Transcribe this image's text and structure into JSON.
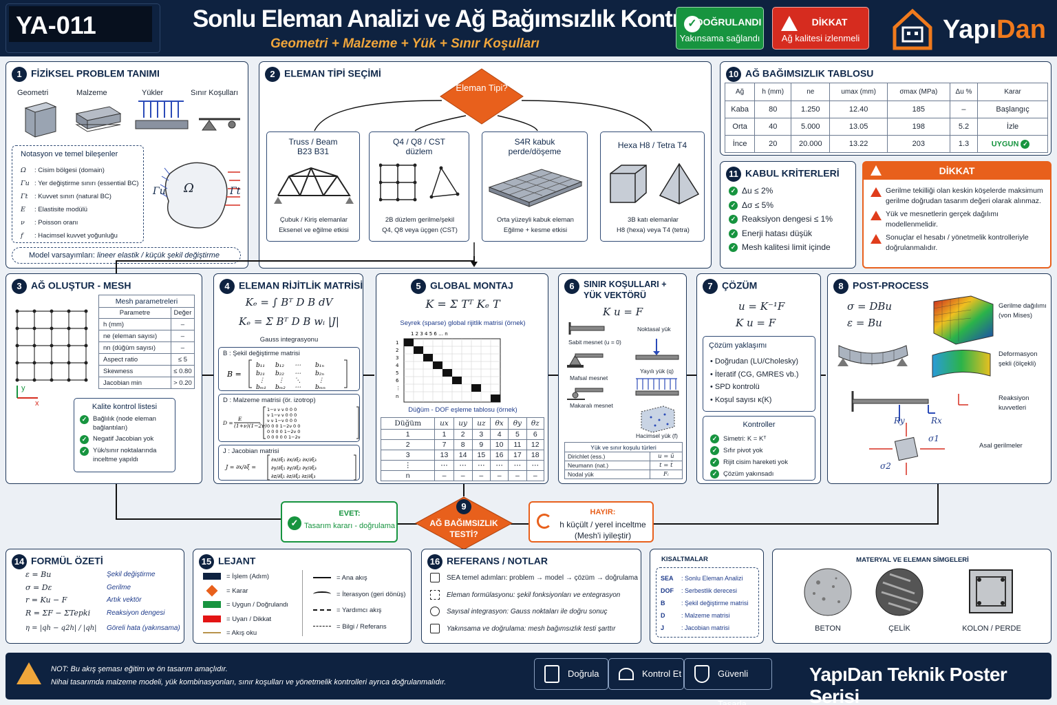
{
  "header": {
    "doc_id": "YA-011",
    "title": "Sonlu Eleman Analizi ve Ağ Bağımsızlık Kontrolü",
    "subtitle": "Geometri + Malzeme + Yük + Sınır Koşulları",
    "badge_ok_title": "DOĞRULANDI",
    "badge_ok_sub": "Yakınsama sağlandı",
    "badge_warn_title": "DİKKAT",
    "badge_warn_sub": "Ağ kalitesi izlenmeli",
    "logo_a": "Yapı",
    "logo_b": "Dan",
    "colors": {
      "navy": "#0e2240",
      "green": "#17943f",
      "red": "#d62c1f",
      "orange": "#f07a1d"
    }
  },
  "p1": {
    "title": "FİZİKSEL PROBLEM TANIMI",
    "cols": [
      "Geometri",
      "Malzeme",
      "Yükler",
      "Sınır Koşulları"
    ],
    "notation_title": "Notasyon ve temel bileşenler",
    "notation": [
      {
        "sym": "Ω",
        "desc": ": Cisim bölgesi (domain)"
      },
      {
        "sym": "Γu",
        "desc": ": Yer değiştirme sınırı (essential BC)"
      },
      {
        "sym": "Γt",
        "desc": ": Kuvvet sınırı (natural BC)"
      },
      {
        "sym": "E",
        "desc": ": Elastisite modülü"
      },
      {
        "sym": "ν",
        "desc": ": Poisson oranı"
      },
      {
        "sym": "f",
        "desc": ": Hacimsel kuvvet yoğunluğu"
      }
    ],
    "omega": "Ω",
    "gamma_u": "Γu",
    "gamma_t": "Γt",
    "assumption_label": "Model varsayımları:",
    "assumption": "lineer elastik / küçük şekil değiştirme"
  },
  "p2": {
    "title": "ELEMAN TİPİ SEÇİMİ",
    "decision": "Eleman Tipi?",
    "types": [
      {
        "name": "Truss / Beam",
        "sub": "B23 B31",
        "d1": "Çubuk / Kiriş elemanlar",
        "d2": "Eksenel ve eğilme etkisi"
      },
      {
        "name": "Q4 / Q8 / CST",
        "sub": "düzlem",
        "d1": "2B düzlem gerilme/şekil",
        "d2": "Q4, Q8 veya üçgen (CST)"
      },
      {
        "name": "S4R kabuk",
        "sub": "perde/döşeme",
        "d1": "Orta yüzeyli kabuk eleman",
        "d2": "Eğilme + kesme etkisi"
      },
      {
        "name": "Hexa H8 / Tetra T4",
        "sub": "",
        "d1": "3B katı elemanlar",
        "d2": "H8 (hexa) veya T4 (tetra)"
      }
    ]
  },
  "p10": {
    "title": "AĞ BAĞIMSIZLIK TABLOSU",
    "headers": [
      "Ağ",
      "h (mm)",
      "ne",
      "umax (mm)",
      "σmax (MPa)",
      "Δu %",
      "Karar"
    ],
    "rows": [
      [
        "Kaba",
        "80",
        "1.250",
        "12.40",
        "185",
        "–",
        "Başlangıç"
      ],
      [
        "Orta",
        "40",
        "5.000",
        "13.05",
        "198",
        "5.2",
        "İzle"
      ],
      [
        "İnce",
        "20",
        "20.000",
        "13.22",
        "203",
        "1.3",
        "UYGUN"
      ]
    ]
  },
  "p11": {
    "title": "KABUL KRİTERLERİ",
    "items": [
      "Δu ≤ 2%",
      "Δσ ≤ 5%",
      "Reaksiyon dengesi ≤ 1%",
      "Enerji hatası düşük",
      "Mesh kalitesi limit içinde"
    ]
  },
  "warnbox": {
    "title": "DİKKAT",
    "items": [
      "Gerilme tekilliği olan keskin köşelerde maksimum gerilme doğrudan tasarım değeri olarak alınmaz.",
      "Yük ve mesnetlerin gerçek dağılımı modellenmelidir.",
      "Sonuçlar el hesabı / yönetmelik kontrolleriyle doğrulanmalıdır."
    ]
  },
  "p3": {
    "title": "AĞ OLUŞTUR - MESH",
    "table_title": "Mesh parametreleri",
    "headers": [
      "Parametre",
      "Değer"
    ],
    "rows": [
      [
        "h (mm)",
        "–"
      ],
      [
        "ne (eleman sayısı)",
        "–"
      ],
      [
        "nn (düğüm sayısı)",
        "–"
      ],
      [
        "Aspect ratio",
        "≤ 5"
      ],
      [
        "Skewness",
        "≤ 0.80"
      ],
      [
        "Jacobian min",
        "> 0.20"
      ]
    ],
    "axis_x": "x",
    "axis_y": "y",
    "qc_title": "Kalite kontrol listesi",
    "qc": [
      "Bağlılık (node eleman bağlantıları)",
      "Negatif Jacobian yok",
      "Yük/sınır noktalarında inceltme yapıldı"
    ]
  },
  "p4": {
    "title": "ELEMAN RİJİTLİK MATRİSİ",
    "eq1": "Kₑ = ∫ Bᵀ D B dV",
    "eq2": "Kₑ = Σ Bᵀ D B wᵢ |J|",
    "gauss": "Gauss integrasyonu",
    "b_label": "B : Şekil değiştirme matrisi",
    "d_label": "D : Malzeme matrisi (ör. izotrop)",
    "j_label": "J : Jacobian matrisi"
  },
  "p5": {
    "title": "GLOBAL MONTAJ",
    "eq": "K = Σ Tᵀ Kₑ T",
    "sparse_label": "Seyrek (sparse) global rijitlik matrisi (örnek)",
    "dof_label": "Düğüm - DOF eşleme tablosu (örnek)",
    "headers": [
      "Düğüm",
      "ux",
      "uy",
      "uz",
      "θx",
      "θy",
      "θz"
    ],
    "rows": [
      [
        "1",
        "1",
        "2",
        "3",
        "4",
        "5",
        "6"
      ],
      [
        "2",
        "7",
        "8",
        "9",
        "10",
        "11",
        "12"
      ],
      [
        "3",
        "13",
        "14",
        "15",
        "16",
        "17",
        "18"
      ],
      [
        "⋮",
        "⋯",
        "⋯",
        "⋯",
        "⋯",
        "⋯",
        "⋯"
      ],
      [
        "n",
        "–",
        "–",
        "–",
        "–",
        "–",
        "–"
      ]
    ]
  },
  "p6": {
    "title": "SINIR KOŞULLARI + YÜK VEKTÖRÜ",
    "eq": "K u = F",
    "fixed": "Sabit mesnet (u = 0)",
    "pin": "Mafsal mesnet",
    "roller": "Makaralı mesnet",
    "point_load": "Noktasal yük",
    "dist_load": "Yayılı yük (q)",
    "body_load": "Hacimsel yük (f)",
    "table_title": "Yük ve sınır koşulu türleri",
    "rows": [
      [
        "Dirichlet (ess.)",
        "u = ū"
      ],
      [
        "Neumann (nat.)",
        "t = t̄"
      ],
      [
        "Nodal yük",
        "Fᵢ"
      ]
    ]
  },
  "p7": {
    "title": "ÇÖZÜM",
    "eq1": "u = K⁻¹F",
    "eq2": "K u = F",
    "approach_title": "Çözüm yaklaşımı",
    "approach": [
      "Doğrudan (LU/Cholesky)",
      "İteratif (CG, GMRES vb.)",
      "SPD kontrolü",
      "Koşul sayısı κ(K)"
    ],
    "checks_title": "Kontroller",
    "checks": [
      "Simetri: K = Kᵀ",
      "Sıfır pivot yok",
      "Rijit cisim hareketi yok",
      "Çözüm yakınsadı"
    ]
  },
  "p8": {
    "title": "POST-PROCESS",
    "eq1": "σ = DBu",
    "eq2": "ε = Bu",
    "stress": "Gerilme dağılımı (von Mises)",
    "deform": "Deformasyon şekli (ölçekli)",
    "react": "Reaksiyon kuvvetleri",
    "principal": "Asal gerilmeler",
    "ry": "Ry",
    "rx": "Rx",
    "s1": "σ1",
    "s2": "σ2"
  },
  "p9": {
    "decision": "AĞ BAĞIMSIZLIK TESTİ?",
    "num": "9",
    "yes_title": "EVET:",
    "yes_text": "Tasarım kararı - doğrulama",
    "no_title": "HAYIR:",
    "no_text1": "h küçült / yerel inceltme",
    "no_text2": "(Mesh'i iyileştir)"
  },
  "p14": {
    "title": "FORMÜL ÖZETİ",
    "rows": [
      {
        "f": "ε = Bu",
        "d": "Şekil değiştirme"
      },
      {
        "f": "σ = Dε",
        "d": "Gerilme"
      },
      {
        "f": "r = Ku − F",
        "d": "Artık vektör"
      },
      {
        "f": "R = ΣF − ΣTepki",
        "d": "Reaksiyon dengesi"
      },
      {
        "f": "η = |qh − q2h| / |qh|",
        "d": "Göreli hata (yakınsama)"
      }
    ]
  },
  "p15": {
    "title": "LEJANT",
    "left": [
      "İşlem (Adım)",
      "Karar",
      "Uygun / Doğrulandı",
      "Uyarı / Dikkat",
      "Akış oku"
    ],
    "right": [
      "Ana akış",
      "İterasyon (geri dönüş)",
      "Yardımcı akış",
      "Bilgi / Referans"
    ]
  },
  "p16": {
    "title": "REFERANS / NOTLAR",
    "items": [
      "SEA temel adımları: problem → model → çözüm → doğrulama",
      "Eleman formülasyonu: şekil fonksiyonları ve entegrasyon",
      "Sayısal integrasyon: Gauss noktaları ile doğru sonuç",
      "Yakınsama ve doğrulama: mesh bağımsızlık testi şarttır"
    ]
  },
  "abbr": {
    "title": "KISALTMALAR",
    "rows": [
      [
        "SEA",
        ": Sonlu Eleman Analizi"
      ],
      [
        "DOF",
        ": Serbestlik derecesi"
      ],
      [
        "B",
        ": Şekil değiştirme matrisi"
      ],
      [
        "D",
        ": Malzeme matrisi"
      ],
      [
        "J",
        ": Jacobian matrisi"
      ]
    ]
  },
  "materials": {
    "title": "MATERYAL VE ELEMAN SİMGELERİ",
    "items": [
      "BETON",
      "ÇELİK",
      "KOLON / PERDE"
    ]
  },
  "footer": {
    "note1": "NOT: Bu akış şeması eğitim ve ön tasarım amaçlıdır.",
    "note2": "Nihai tasarımda malzeme modeli, yük kombinasyonları, sınır koşulları ve yönetmelik kontrolleri ayrıca doğrulanmalıdır.",
    "btn1": "Doğrula",
    "btn2": "Kontrol Et",
    "btn3": "Güvenli Tasarla",
    "series": "YapıDan Teknik Poster Serisi"
  }
}
